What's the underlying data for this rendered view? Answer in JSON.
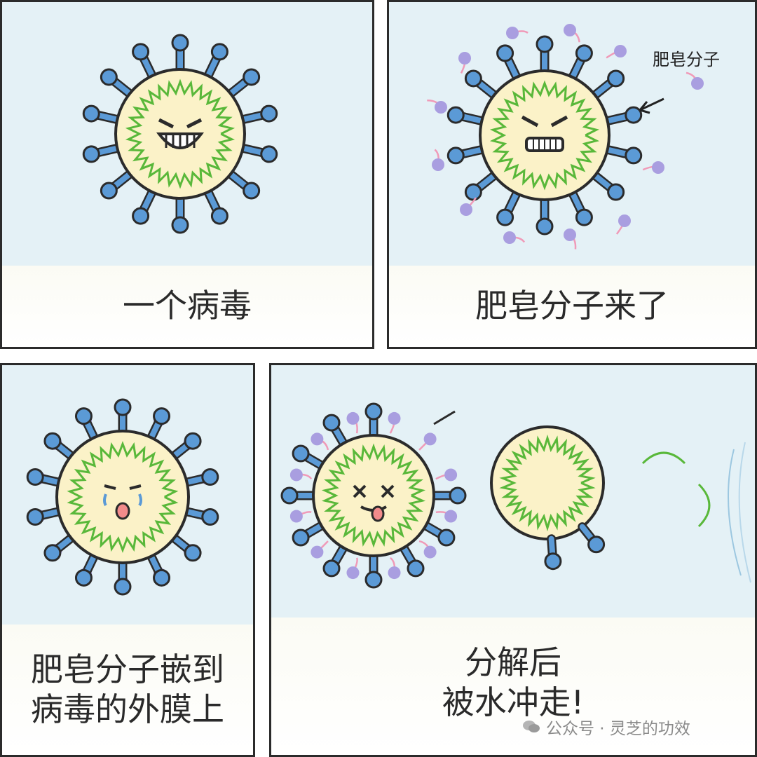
{
  "panels": [
    {
      "caption_lines": [
        "一个病毒"
      ]
    },
    {
      "caption_lines": [
        "肥皂分子来了"
      ],
      "callout": "肥皂分子"
    },
    {
      "caption_lines": [
        "肥皂分子嵌到",
        "病毒的外膜上"
      ]
    },
    {
      "caption_lines": [
        "分解后",
        "被水冲走!"
      ]
    }
  ],
  "watermark": {
    "text": "公众号 · 灵芝的功效",
    "icon": "wechat-icon"
  },
  "colors": {
    "panel_bg": "#e4f1f6",
    "virus_body": "#fbf2c8",
    "rna": "#59b83a",
    "spike": "#5b9ad6",
    "soap_head": "#a99ee0",
    "soap_tail": "#f09ab8",
    "outline": "#2b2b2b"
  }
}
